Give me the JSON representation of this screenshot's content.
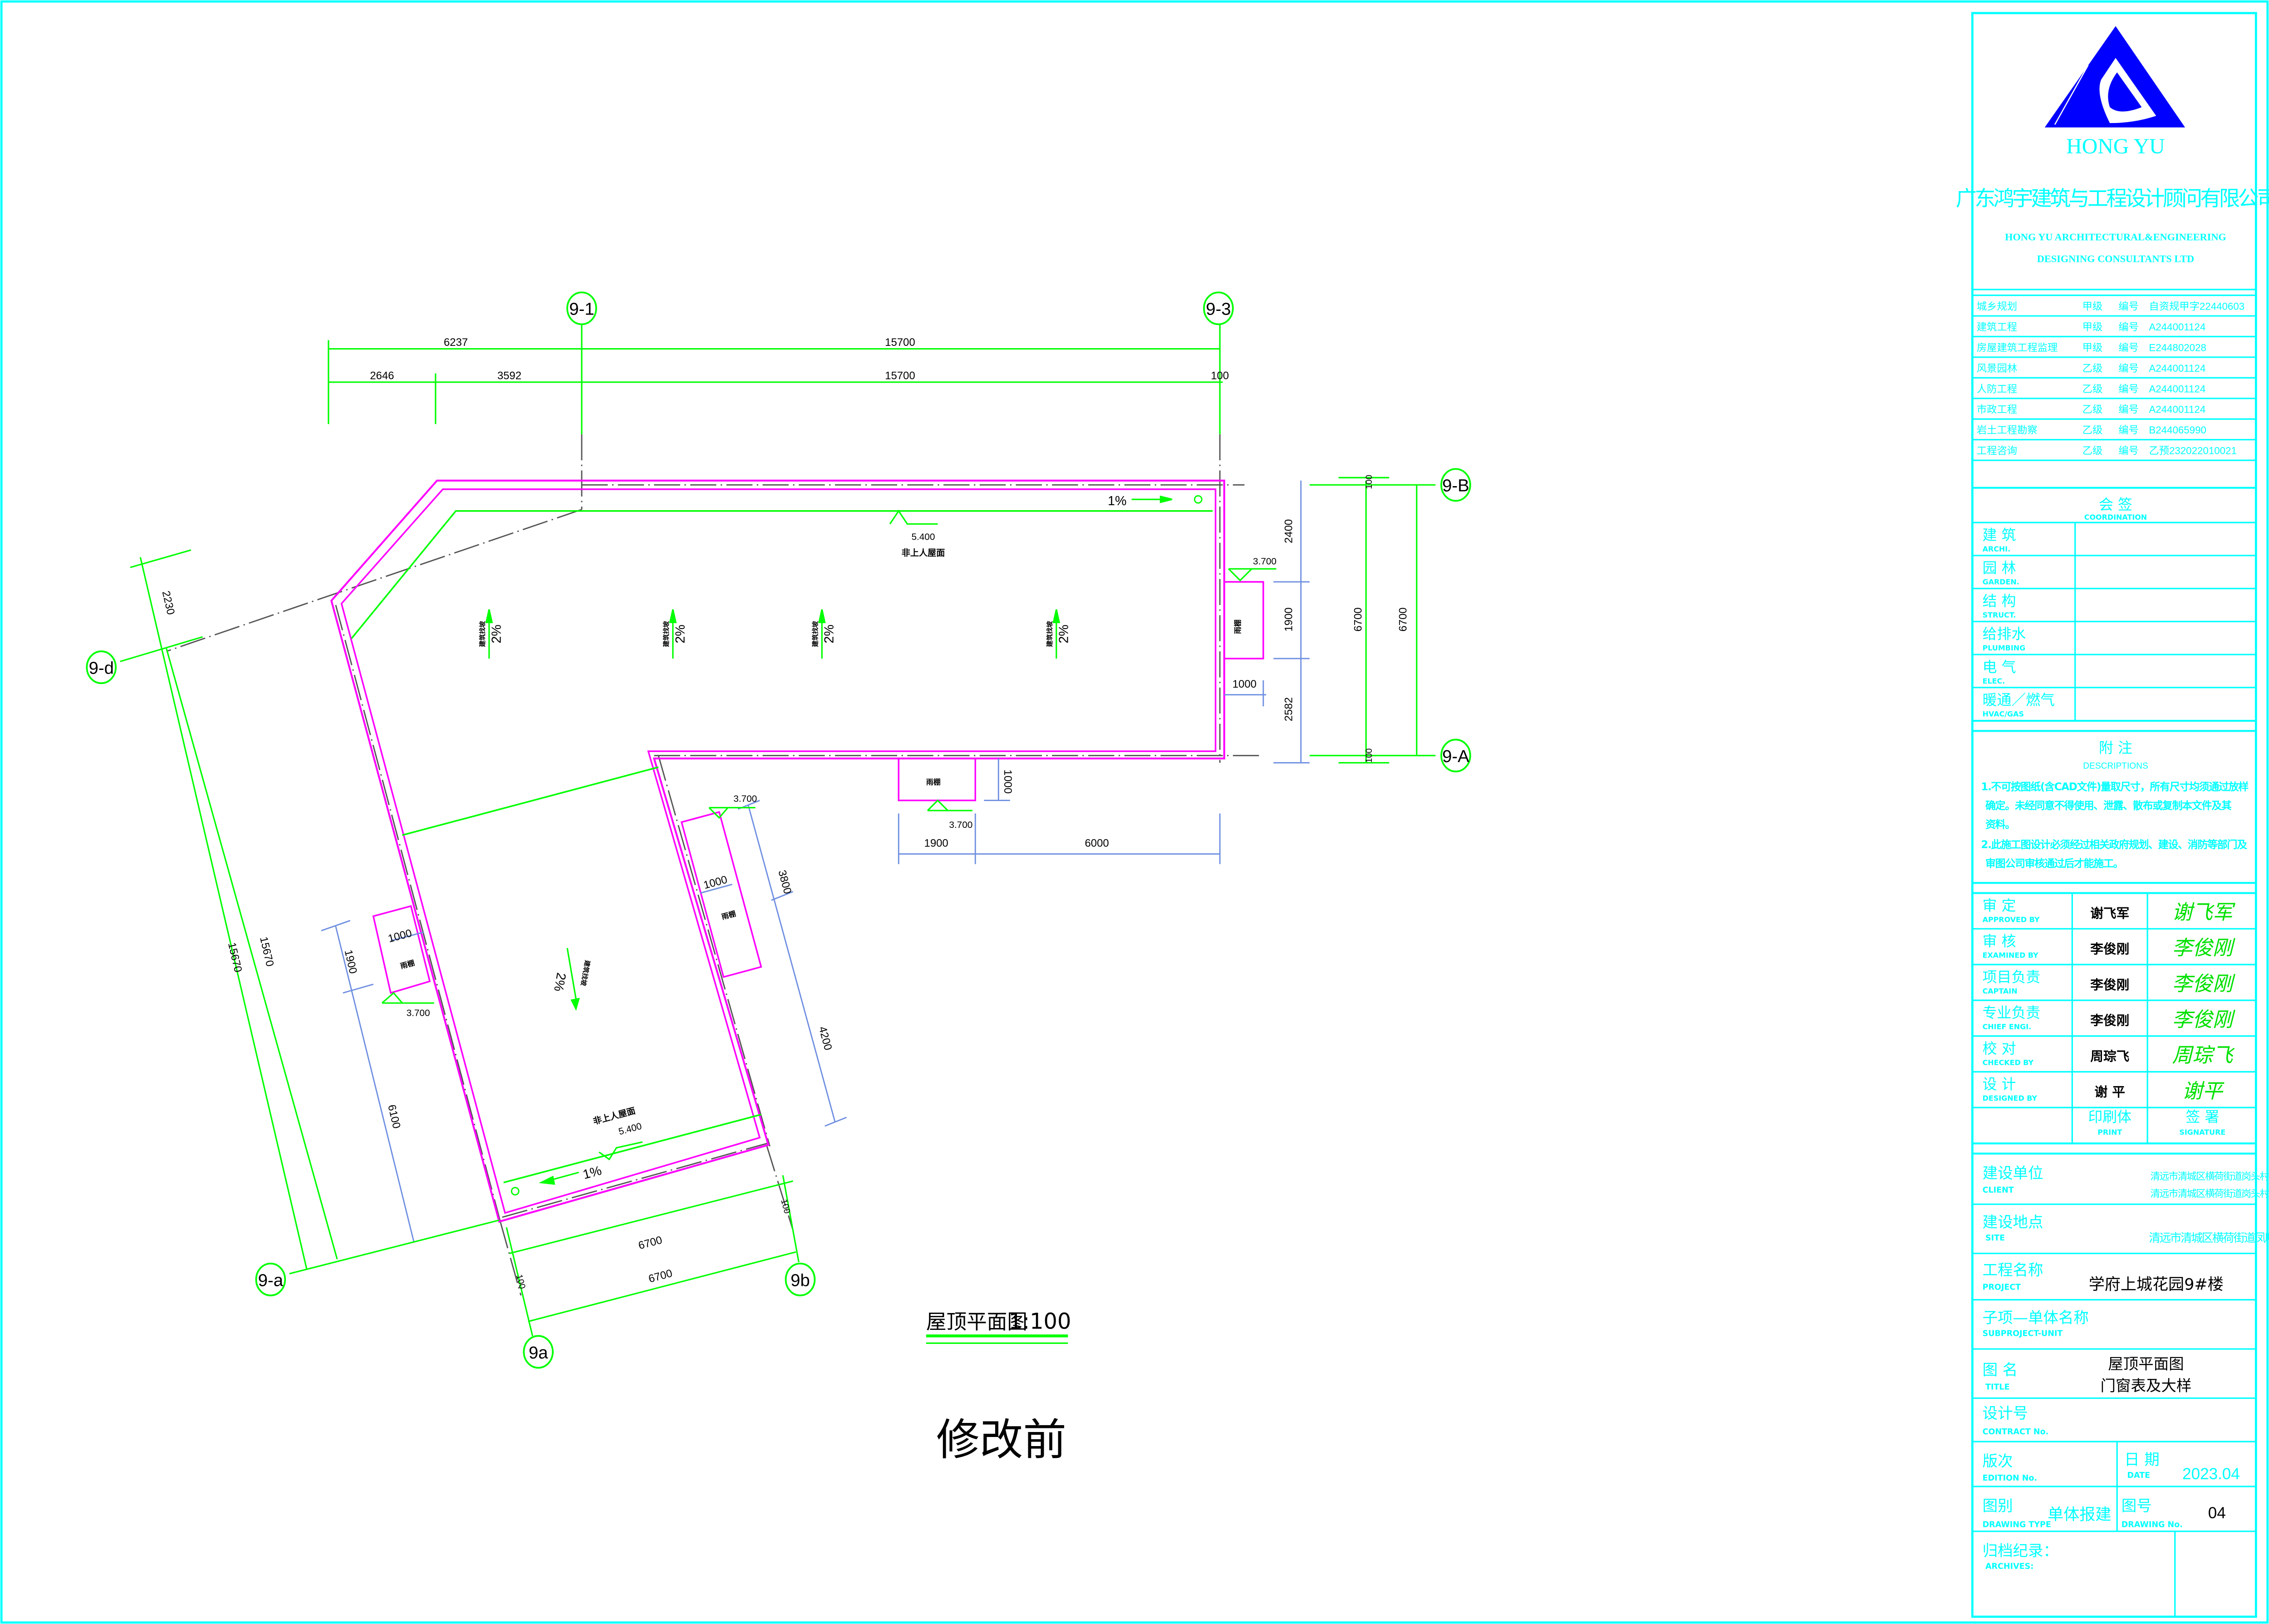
{
  "drawing": {
    "title": "屋顶平面图",
    "scale": "1:100",
    "revision_note": "修改前",
    "axes": {
      "a1": "9-1",
      "a3": "9-3",
      "aB": "9-B",
      "aA": "9-A",
      "ad": "9-d",
      "a_a": "9-a",
      "a9a": "9a",
      "a9b": "9b"
    },
    "top_dims": {
      "d6237": "6237",
      "d15700a": "15700",
      "d2646": "2646",
      "d3592": "3592",
      "d15700b": "15700",
      "d100": "100"
    },
    "right_dims": {
      "d2400": "2400",
      "d1900": "1900",
      "d2582": "2582",
      "d6700a": "6700",
      "d6700b": "6700",
      "d100a": "100",
      "d100b": "100",
      "d1000": "1000"
    },
    "bottom_canopy_dims": {
      "d1900": "1900",
      "d6000": "6000",
      "d1000": "1000"
    },
    "left_dims": {
      "d2230": "2230",
      "d15670a": "15670",
      "d15670b": "15670",
      "d1900": "1900",
      "d6100": "6100",
      "d1000": "1000"
    },
    "wing_dims": {
      "d3800": "3800",
      "d4200": "4200",
      "d1000": "1000",
      "d6700a": "6700",
      "d6700b": "6700",
      "d100a": "100",
      "d100b": "100"
    },
    "elevations": {
      "roof": "5.400",
      "canopy": "3.700"
    },
    "roof_label": "非上人屋面",
    "canopy_label": "雨棚",
    "slope": "2%",
    "slope_label": "建筑找坡",
    "gutter_slope": "1%"
  },
  "titleblock": {
    "logo_text": "HONG  YU",
    "company_cn": "广东鸿宇建筑与工程设计顾问有限公司",
    "company_en_1": "HONG YU ARCHITECTURAL&ENGINEERING",
    "company_en_2": "DESIGNING  CONSULTANTS LTD",
    "qualifications": [
      {
        "field": "城乡规划",
        "grade": "甲级",
        "label": "编号",
        "number": "自资规甲字22440603"
      },
      {
        "field": "建筑工程",
        "grade": "甲级",
        "label": "编号",
        "number": "A244001124"
      },
      {
        "field": "房屋建筑工程监理",
        "grade": "甲级",
        "label": "编号",
        "number": "E244802028"
      },
      {
        "field": "风景园林",
        "grade": "乙级",
        "label": "编号",
        "number": "A244001124"
      },
      {
        "field": "人防工程",
        "grade": "乙级",
        "label": "编号",
        "number": "A244001124"
      },
      {
        "field": "市政工程",
        "grade": "乙级",
        "label": "编号",
        "number": "A244001124"
      },
      {
        "field": "岩土工程勘察",
        "grade": "乙级",
        "label": "编号",
        "number": "B244065990"
      },
      {
        "field": "工程咨询",
        "grade": "乙级",
        "label": "编号",
        "number": "乙预232022010021"
      }
    ],
    "coordination": {
      "title_cn": "会      签",
      "title_en": "COORDINATION",
      "rows": [
        {
          "cn": "建    筑",
          "en": "ARCHI."
        },
        {
          "cn": "园    林",
          "en": "GARDEN."
        },
        {
          "cn": "结    构",
          "en": "STRUCT."
        },
        {
          "cn": "给排水",
          "en": "PLUMBING"
        },
        {
          "cn": "电    气",
          "en": "ELEC."
        },
        {
          "cn": "暖通／燃气",
          "en": "HVAC/GAS"
        }
      ]
    },
    "descriptions": {
      "title_cn": "附        注",
      "title_en": "DESCRIPTIONS",
      "lines": [
        "1.不可按图纸(含CAD文件)量取尺寸，所有尺寸均须通过放样",
        "确定。未经同意不得使用、泄露、散布或复制本文件及其",
        "资料。",
        "2.此施工图设计必须经过相关政府规划、建设、消防等部门及",
        "审图公司审核通过后才能施工。"
      ]
    },
    "signoff": {
      "rows": [
        {
          "cn": "审    定",
          "en": "APPROVED   BY",
          "print": "谢飞军",
          "signature": "谢飞军"
        },
        {
          "cn": "审    核",
          "en": "EXAMINED   BY",
          "print": "李俊刚",
          "signature": "李俊刚"
        },
        {
          "cn": "项目负责",
          "en": "CAPTAIN",
          "print": "李俊刚",
          "signature": "李俊刚"
        },
        {
          "cn": "专业负责",
          "en": "CHIEF   ENGI.",
          "print": "李俊刚",
          "signature": "李俊刚"
        },
        {
          "cn": "校    对",
          "en": "CHECKED   BY",
          "print": "周琮飞",
          "signature": "周琮飞"
        },
        {
          "cn": "设    计",
          "en": "DESIGNED   BY",
          "print": "谢    平",
          "signature": "谢平"
        }
      ],
      "print_cn": "印刷体",
      "print_en": "PRINT",
      "sign_cn": "签    署",
      "sign_en": "SIGNATURE"
    },
    "info": {
      "client_cn": "建设单位",
      "client_en": "CLIENT",
      "client_1": "清远市清城区横荷街道岗头村滥田一经济合作社",
      "client_2": "清远市清城区横荷街道岗头村滥田二经济合作社",
      "site_cn": "建设地点",
      "site_en": "SITE",
      "site": "清远市清城区横荷街道凤鸣西路以北地块",
      "project_cn": "工程名称",
      "project_en": "PROJECT",
      "project": "学府上城花园9#楼",
      "sub_cn": "子项—单体名称",
      "sub_en": "SUBPROJECT-UNIT",
      "title_cn": "图    名",
      "title_en": "TITLE",
      "title_1": "屋顶平面图",
      "title_2": "门窗表及大样",
      "contract_cn": "设计号",
      "contract_en": "CONTRACT  No.",
      "edition_cn": "版次",
      "edition_en": "EDITION  No.",
      "date_cn": "日 期",
      "date_en": "DATE",
      "date": "2023.04",
      "type_cn": "图别",
      "type_en": "DRAWING  TYPE",
      "type": "单体报建",
      "dwgno_cn": "图号",
      "dwgno_en": "DRAWING  No.",
      "dwgno": "04",
      "archives_cn": "归档纪录：",
      "archives_en": "ARCHIVES:"
    }
  },
  "colors": {
    "frame": "#00ffff",
    "outline": "#ff00ff",
    "dim_green": "#00ff00",
    "dim_blue": "#6f8fe0",
    "axis": "#555555",
    "logo": "#0000ff"
  }
}
